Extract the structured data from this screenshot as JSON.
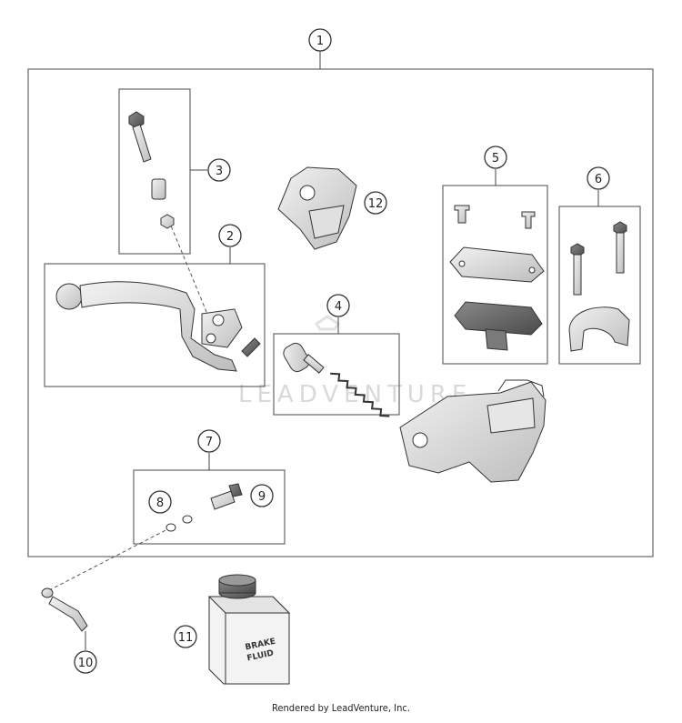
{
  "callouts": [
    {
      "id": "1",
      "label": "1"
    },
    {
      "id": "2",
      "label": "2"
    },
    {
      "id": "3",
      "label": "3"
    },
    {
      "id": "4",
      "label": "4"
    },
    {
      "id": "5",
      "label": "5"
    },
    {
      "id": "6",
      "label": "6"
    },
    {
      "id": "7",
      "label": "7"
    },
    {
      "id": "8",
      "label": "8"
    },
    {
      "id": "9",
      "label": "9"
    },
    {
      "id": "10",
      "label": "10"
    },
    {
      "id": "11",
      "label": "11"
    },
    {
      "id": "12",
      "label": "12"
    }
  ],
  "can_label": {
    "line1": "BRAKE",
    "line2": "FLUID"
  },
  "watermark": "LEADVENTURE",
  "footer": "Rendered by LeadVenture, Inc."
}
